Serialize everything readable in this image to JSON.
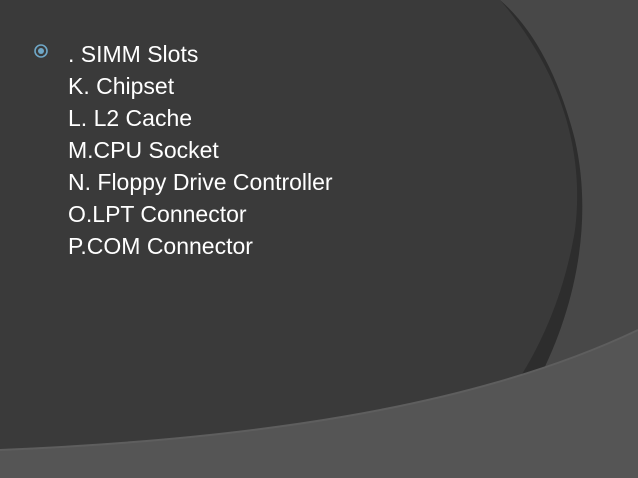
{
  "slide": {
    "lines": [
      ". SIMM Slots",
      "K. Chipset",
      "L. L2 Cache",
      "M.CPU Socket",
      "N. Floppy Drive Controller",
      "O.LPT Connector",
      "P.COM Connector"
    ],
    "bullet_icon": "circle-bullet-icon",
    "colors": {
      "background": "#2d2d2d",
      "main_panel": "#3b3b3b",
      "right_arc": "#4a4a4a",
      "bottom_wedge": "#555555",
      "text": "#ffffff",
      "bullet": "#6fa7c7"
    }
  }
}
